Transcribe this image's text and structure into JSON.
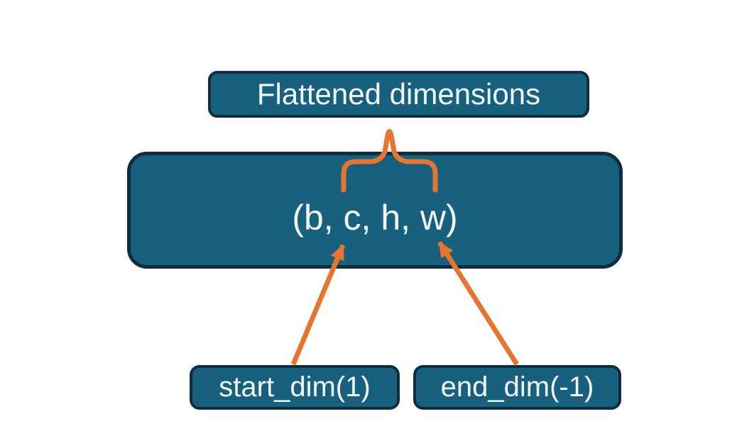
{
  "diagram": {
    "background": "#FFFFFF",
    "colors": {
      "box_fill": "#17617F",
      "box_border": "#0E2D3E",
      "accent": "#E6752F",
      "text": "#F2F6F6"
    },
    "flattened_box": {
      "label": "Flattened dimensions"
    },
    "tensor_box": {
      "label": "(b, c, h, w)"
    },
    "start_dim_box": {
      "label": "start_dim(1)"
    },
    "end_dim_box": {
      "label": "end_dim(-1)"
    },
    "annotations": {
      "brace": "curly-brace-grouping-dims-c-h-w",
      "start_arrow": "arrow-from-start_dim-to-dim-c",
      "end_arrow": "arrow-from-end_dim-to-dim-w"
    }
  }
}
